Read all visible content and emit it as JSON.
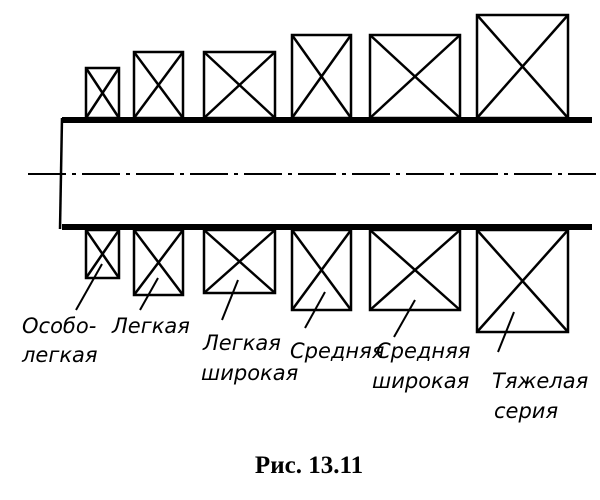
{
  "figure": {
    "caption": "Рис. 13.11",
    "series_labels": [
      {
        "lines": [
          "Особо-",
          "легкая"
        ]
      },
      {
        "lines": [
          "Легкая"
        ]
      },
      {
        "lines": [
          "Легкая",
          "широкая"
        ]
      },
      {
        "lines": [
          "Средняя"
        ]
      },
      {
        "lines": [
          "Средняя",
          "широкая"
        ]
      },
      {
        "lines": [
          "Тяжелая",
          "серия"
        ]
      }
    ]
  },
  "colors": {
    "ink": "#000000",
    "paper": "#ffffff"
  }
}
